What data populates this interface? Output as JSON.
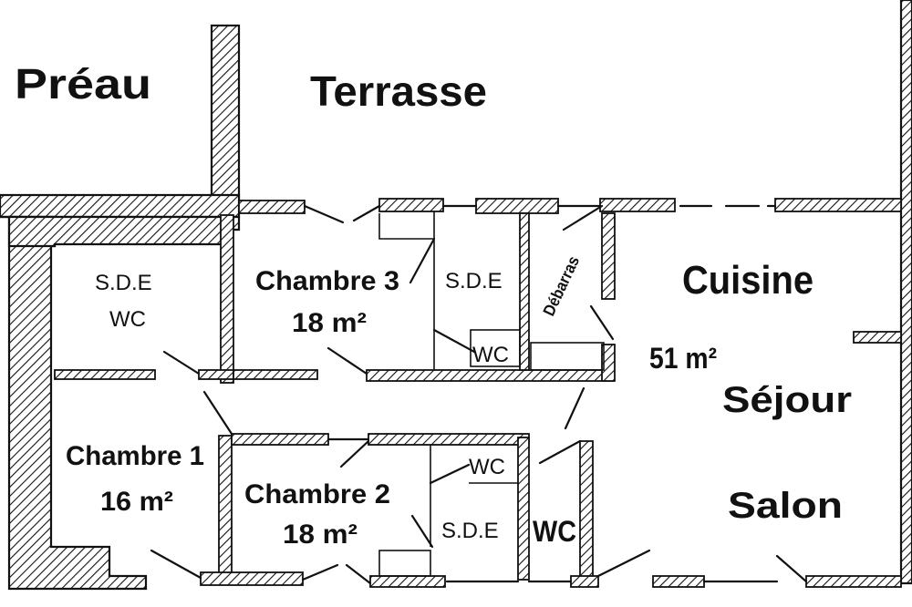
{
  "outside": {
    "preau": "Préau",
    "terrasse": "Terrasse"
  },
  "rooms": {
    "sde_wc_left": {
      "line1": "S.D.E",
      "line2": "WC"
    },
    "chambre3": {
      "name": "Chambre 3",
      "area": "18 m²"
    },
    "sde_top": {
      "name": "S.D.E"
    },
    "wc_top": {
      "name": "WC"
    },
    "debarras": {
      "name": "Débarras"
    },
    "living": {
      "cuisine": "Cuisine",
      "area": "51 m²",
      "sejour": "Séjour",
      "salon": "Salon"
    },
    "chambre1": {
      "name": "Chambre 1",
      "area": "16 m²"
    },
    "chambre2": {
      "name": "Chambre 2",
      "area": "18 m²"
    },
    "wc_mid": {
      "name": "WC"
    },
    "sde_bottom": {
      "name": "S.D.E"
    },
    "wc_bottom": {
      "name": "WC"
    }
  },
  "colors": {
    "ink": "#111111",
    "background": "#ffffff"
  }
}
